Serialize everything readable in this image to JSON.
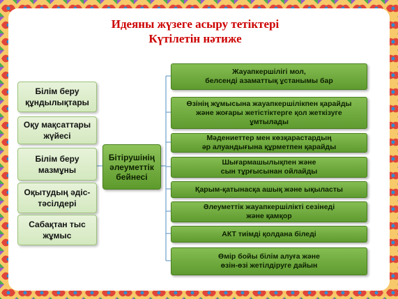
{
  "title": {
    "line1": "Идеяны жүзеге асыру тетіктері",
    "line2": "Күтілетін нәтиже"
  },
  "left_items": [
    "Білім беру құндылықтары",
    "Оқу мақсаттары жүйесі",
    "Білім беру мазмұны",
    "Оқытудың әдіс-тәсілдері",
    "Сабақтан тыс жұмыс"
  ],
  "center": "Бітірушінің әлеуметтік бейнесі",
  "right_items": [
    "Жауапкершілігі мол,\nбелсенді азаматтық ұстанымы бар",
    "Өзінің жұмысына жауапкершілікпен қарайды\nжәне жоғары жетістіктерге қол жеткізуге\nұмтылады",
    "Мәдениеттер мен көзқарастардың\nәр алуандығына құрметпен қарайды",
    "Шығармашылықпен және\nсын тұрғысынан ойлайды",
    "Қарым-қатынасқа ашық және ықыласты",
    "Әлеуметтік жауапкершілікті сезінеді\nжәне қамқор",
    "АКТ тиімді қолдана біледі",
    "Өмір бойы білім алуға және\nөзін-өзі жетілдіруге дайын"
  ],
  "colors": {
    "title": "#cc0000",
    "left_fill": "#e0efcf",
    "right_fill": "#6faa3e",
    "border_pattern": "#e89a2c"
  }
}
